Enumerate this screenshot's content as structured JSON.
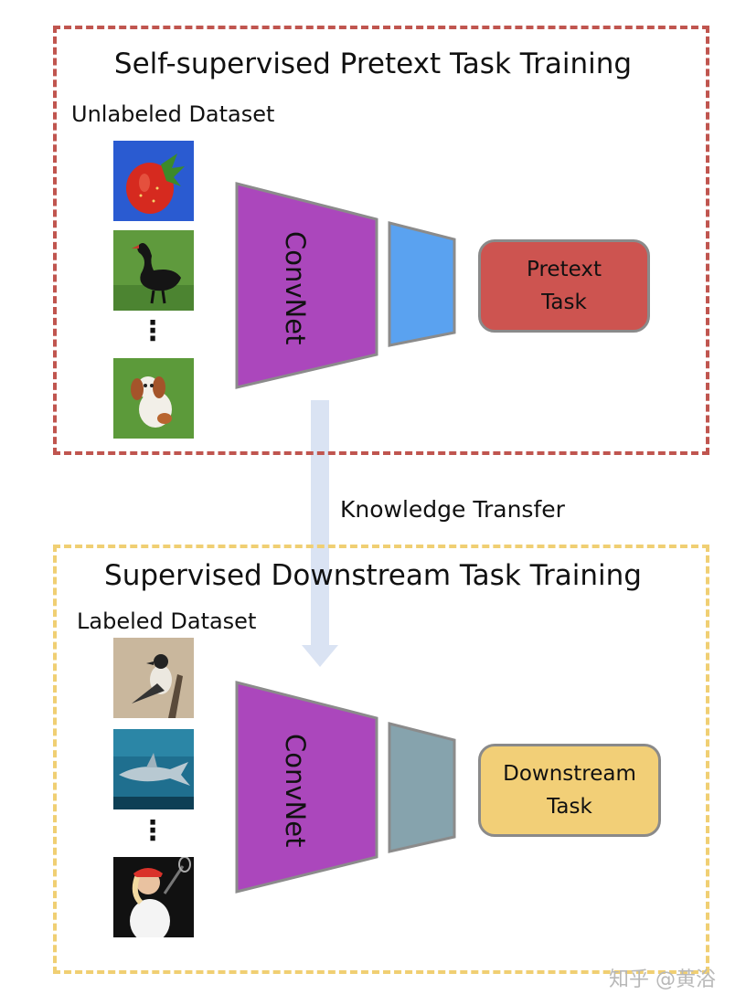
{
  "top_panel": {
    "title": "Self-supervised Pretext Task Training",
    "dataset_label": "Unlabeled Dataset",
    "network_label": "ConvNet",
    "task_label": "Pretext\nTask",
    "ellipsis": "⋮"
  },
  "bottom_panel": {
    "title": "Supervised Downstream Task Training",
    "dataset_label": "Labeled Dataset",
    "network_label": "ConvNet",
    "task_label": "Downstream\nTask",
    "ellipsis": "⋮"
  },
  "transfer_label": "Knowledge Transfer",
  "watermark": "知乎 @黄浴",
  "colors": {
    "top_border": "#c0554f",
    "bottom_border": "#f0cf73",
    "convnet": "#ab47bc",
    "head_top": "#5aa2f0",
    "head_bottom": "#86a3ad",
    "pretext_task": "#cd5450",
    "downstream_task": "#f2cf77",
    "arrow": "#dae3f3"
  }
}
